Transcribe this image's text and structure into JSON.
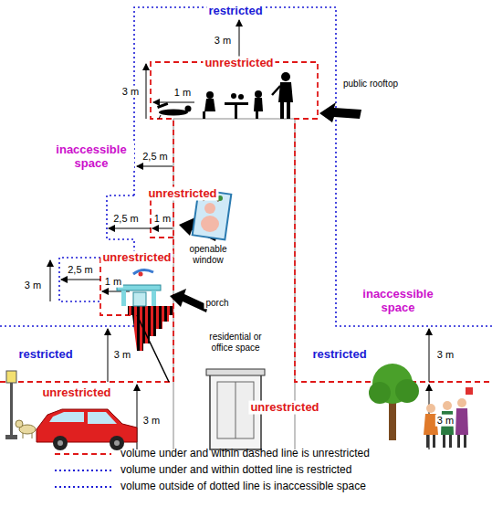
{
  "diagram": {
    "labels": [
      "3 m",
      "restricted",
      "unrestricted",
      "3 m",
      "1 m",
      "public rooftop",
      "inaccessible space",
      "2,5 m",
      "unrestricted",
      "1 m",
      "2,5 m",
      "openable window",
      "3 m",
      "2,5 m",
      "unrestricted",
      "1 m",
      "porch",
      "inaccessible space",
      "residential or office space",
      "restricted",
      "3 m",
      "restricted",
      "3 m",
      "unrestricted",
      "3 m",
      "unrestricted",
      "3 m"
    ],
    "legend": [
      {
        "text": "volume under and within dashed line is unrestricted"
      },
      {
        "text": "volume under and within dotted line is restricted"
      },
      {
        "text": "volume outside of dotted line is inaccessible space"
      }
    ]
  }
}
